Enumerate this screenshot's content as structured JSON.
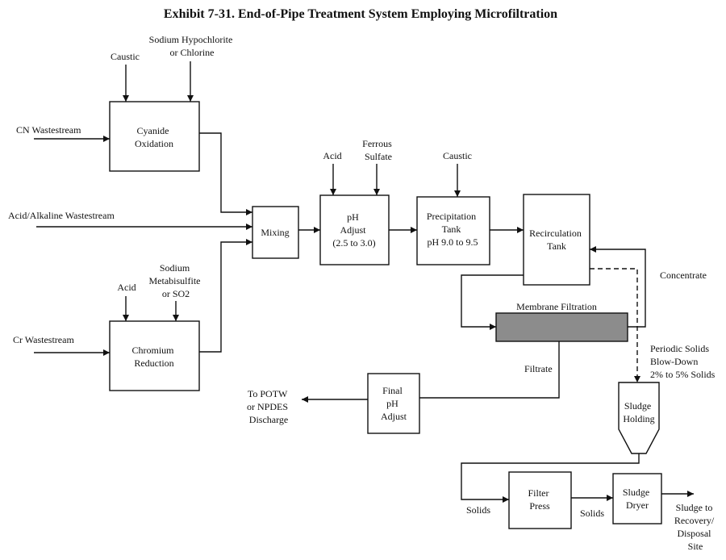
{
  "title": "Exhibit 7-31. End-of-Pipe Treatment System Employing Microfiltration",
  "colors": {
    "line": "#111111",
    "background": "#ffffff",
    "membrane_fill": "#8c8c8c"
  },
  "inputs": {
    "cn_wastestream": "CN Wastestream",
    "acid_alkaline_wastestream": "Acid/Alkaline Wastestream",
    "cr_wastestream": "Cr Wastestream"
  },
  "reagents": {
    "cyanide_caustic": "Caustic",
    "cyanide_hypochlorite": [
      "Sodium Hypochlorite",
      "or Chlorine"
    ],
    "chromium_acid": "Acid",
    "chromium_metabisulfite": [
      "Sodium",
      "Metabisulfite",
      "or SO2"
    ],
    "ph_acid": "Acid",
    "ph_ferrous": [
      "Ferrous",
      "Sulfate"
    ],
    "precip_caustic": "Caustic"
  },
  "units": {
    "cyanide": [
      "Cyanide",
      "Oxidation"
    ],
    "chromium": [
      "Chromium",
      "Reduction"
    ],
    "mixing": [
      "Mixing"
    ],
    "ph_adjust": [
      "pH",
      "Adjust",
      "(2.5 to 3.0)"
    ],
    "precipitation": [
      "Precipitation",
      "Tank",
      "pH 9.0 to 9.5"
    ],
    "recirculation": [
      "Recirculation",
      "Tank"
    ],
    "membrane": "Membrane Filtration",
    "final_ph": [
      "Final",
      "pH",
      "Adjust"
    ],
    "sludge_holding": [
      "Sludge",
      "Holding"
    ],
    "filter_press": [
      "Filter",
      "Press"
    ],
    "sludge_dryer": [
      "Sludge",
      "Dryer"
    ]
  },
  "flow_labels": {
    "concentrate": "Concentrate",
    "filtrate": "Filtrate",
    "blowdown": [
      "Periodic Solids",
      "Blow-Down",
      "2% to 5% Solids"
    ],
    "discharge": [
      "To POTW",
      "or NPDES",
      "Discharge"
    ],
    "solids_1": "Solids",
    "solids_2": "Solids",
    "sludge_out": [
      "Sludge to",
      "Recovery/",
      "Disposal",
      "Site"
    ]
  }
}
